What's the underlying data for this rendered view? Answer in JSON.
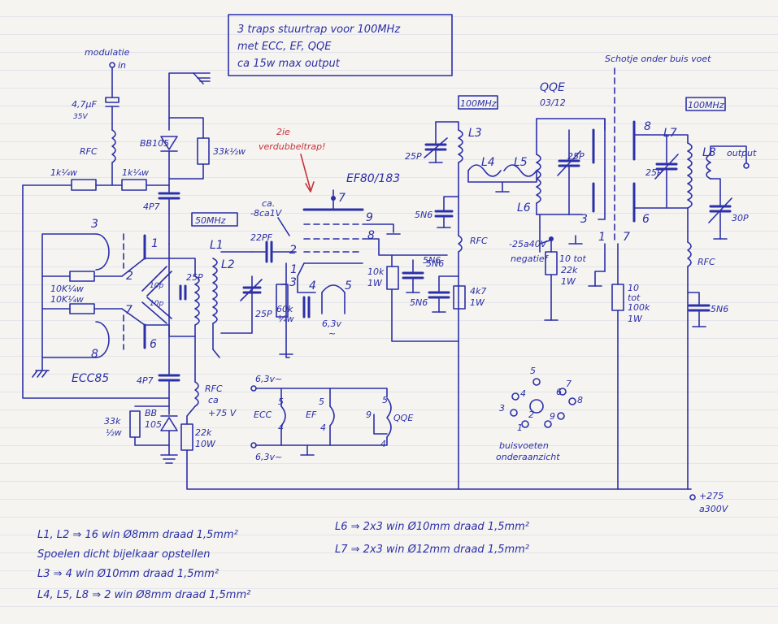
{
  "title_box": {
    "line1": "3 traps stuurtrap voor 100MHz",
    "line2": "met ECC, EF, QQE",
    "line3": "ca 15w max output"
  },
  "freq_labels": {
    "f50": "50MHz",
    "f100_ef": "100MHz",
    "f100_out": "100MHz"
  },
  "annotations": {
    "modulatie": "modulatie",
    "in": "in",
    "schotje": "Schotje onder buis voet",
    "verdubbel_1": "2ie",
    "verdubbel_2": "verdubbeltrap!",
    "grid_ca": "ca.",
    "grid_v": "-8ca1V",
    "neg_1": "-25a40V",
    "neg_2": "negatief",
    "output": "output",
    "supply_1": "+275",
    "supply_2": "a300V",
    "heater_top": "6,3v~",
    "heater_bot": "6,3v~",
    "heater_ef": "6,3v",
    "heater_ef_tilde": "~",
    "rfc_ca": "ca",
    "rfc_v": "+75 V",
    "socket_1": "buisvoeten",
    "socket_2": "onderaanzicht"
  },
  "tubes": {
    "ecc": "ECC85",
    "ef": "EF80/183",
    "qqe_1": "QQE",
    "qqe_2": "03/12",
    "heater_ecc": "ECC",
    "heater_ef": "EF",
    "heater_qqe": "QQE"
  },
  "components": {
    "c_in": "4,7µF",
    "c_in_v": "35V",
    "rfc_mod": "RFC",
    "r_1k_a": "1k¼w",
    "r_1k_b": "1k¼w",
    "bb105_top": "BB105",
    "r_33k_top": "33k½w",
    "c_4p7_top": "4P7",
    "c_4p7_bot": "4P7",
    "c_10p_a": "10p",
    "c_10p_b": "10p",
    "c_25p_l1": "25P",
    "r_10k_a": "10K¼w",
    "r_10k_b": "10K¼w",
    "bb105_bot_1": "BB",
    "bb105_bot_2": "105",
    "r_33k_bot_1": "33k",
    "r_33k_bot_2": "½w",
    "rfc_bot": "RFC",
    "r_22k_1": "22k",
    "r_22k_2": "10W",
    "c_22pf": "22PF",
    "c_25p_l2": "25P",
    "r_60k_1": "60k",
    "r_60k_2": "¼w",
    "c_5n6_a": "5N6",
    "c_25p_l3": "25P",
    "c_5n6_b": "5N6",
    "c_5n6_c": "5N6",
    "c_5n6_d": "5N6",
    "r_10k_1w_1": "10k",
    "r_10k_1w_2": "1W",
    "r_4k7_1": "4k7",
    "r_4k7_2": "1W",
    "rfc_ef": "RFC",
    "c_25p_qqe": "25P",
    "r_10_22k_1": "10 tot",
    "r_10_22k_2": "22k",
    "r_10_22k_3": "1W",
    "r_10_100k_1": "10",
    "r_10_100k_2": "tot",
    "r_10_100k_3": "100k",
    "r_10_100k_4": "1W",
    "c_25p_l7": "25P",
    "c_30p": "30P",
    "rfc_out": "RFC",
    "c_5n6_out": "5N6"
  },
  "coils": {
    "l1": "L1",
    "l2": "L2",
    "l3": "L3",
    "l4": "L4",
    "l5": "L5",
    "l6": "L6",
    "l7": "L7",
    "l8": "L8"
  },
  "pins": {
    "ecc_3": "3",
    "ecc_2": "2",
    "ecc_7": "7",
    "ecc_8": "8",
    "ecc_1": "1",
    "ecc_6": "6",
    "ef_7": "7",
    "ef_9": "9",
    "ef_8": "8",
    "ef_2": "2",
    "ef_1": "1",
    "ef_3": "3",
    "ef_4": "4",
    "ef_5": "5",
    "qqe_3": "3",
    "qqe_1": "1",
    "qqe_7": "7",
    "qqe_8": "8",
    "qqe_6": "6",
    "h_ecc_5": "5",
    "h_ecc_4": "4",
    "h_ef_5": "5",
    "h_ef_4": "4",
    "h_qqe_9": "9",
    "h_qqe_5": "5",
    "h_qqe_4": "4",
    "sock_5": "5",
    "sock_3": "3",
    "sock_4": "4",
    "sock_6": "6",
    "sock_7": "7",
    "sock_8": "8",
    "sock_9": "9",
    "sock_2": "2",
    "sock_1": "1"
  },
  "notes": {
    "n1": "L1, L2 ⇒ 16 win Ø8mm draad 1,5mm²",
    "n2": "Spoelen dicht bijelkaar opstellen",
    "n3": "L3 ⇒ 4 win Ø10mm draad 1,5mm²",
    "n4": "L4, L5, L8 ⇒ 2 win Ø8mm draad 1,5mm²",
    "n5": "L6 ⇒ 2x3 win Ø10mm draad 1,5mm²",
    "n6": "L7 ⇒ 2x3 win Ø12mm draad 1,5mm²"
  },
  "colors": {
    "ink": "#2b2fa8",
    "paper": "#f5f4f0",
    "red_note": "#c8323c"
  }
}
